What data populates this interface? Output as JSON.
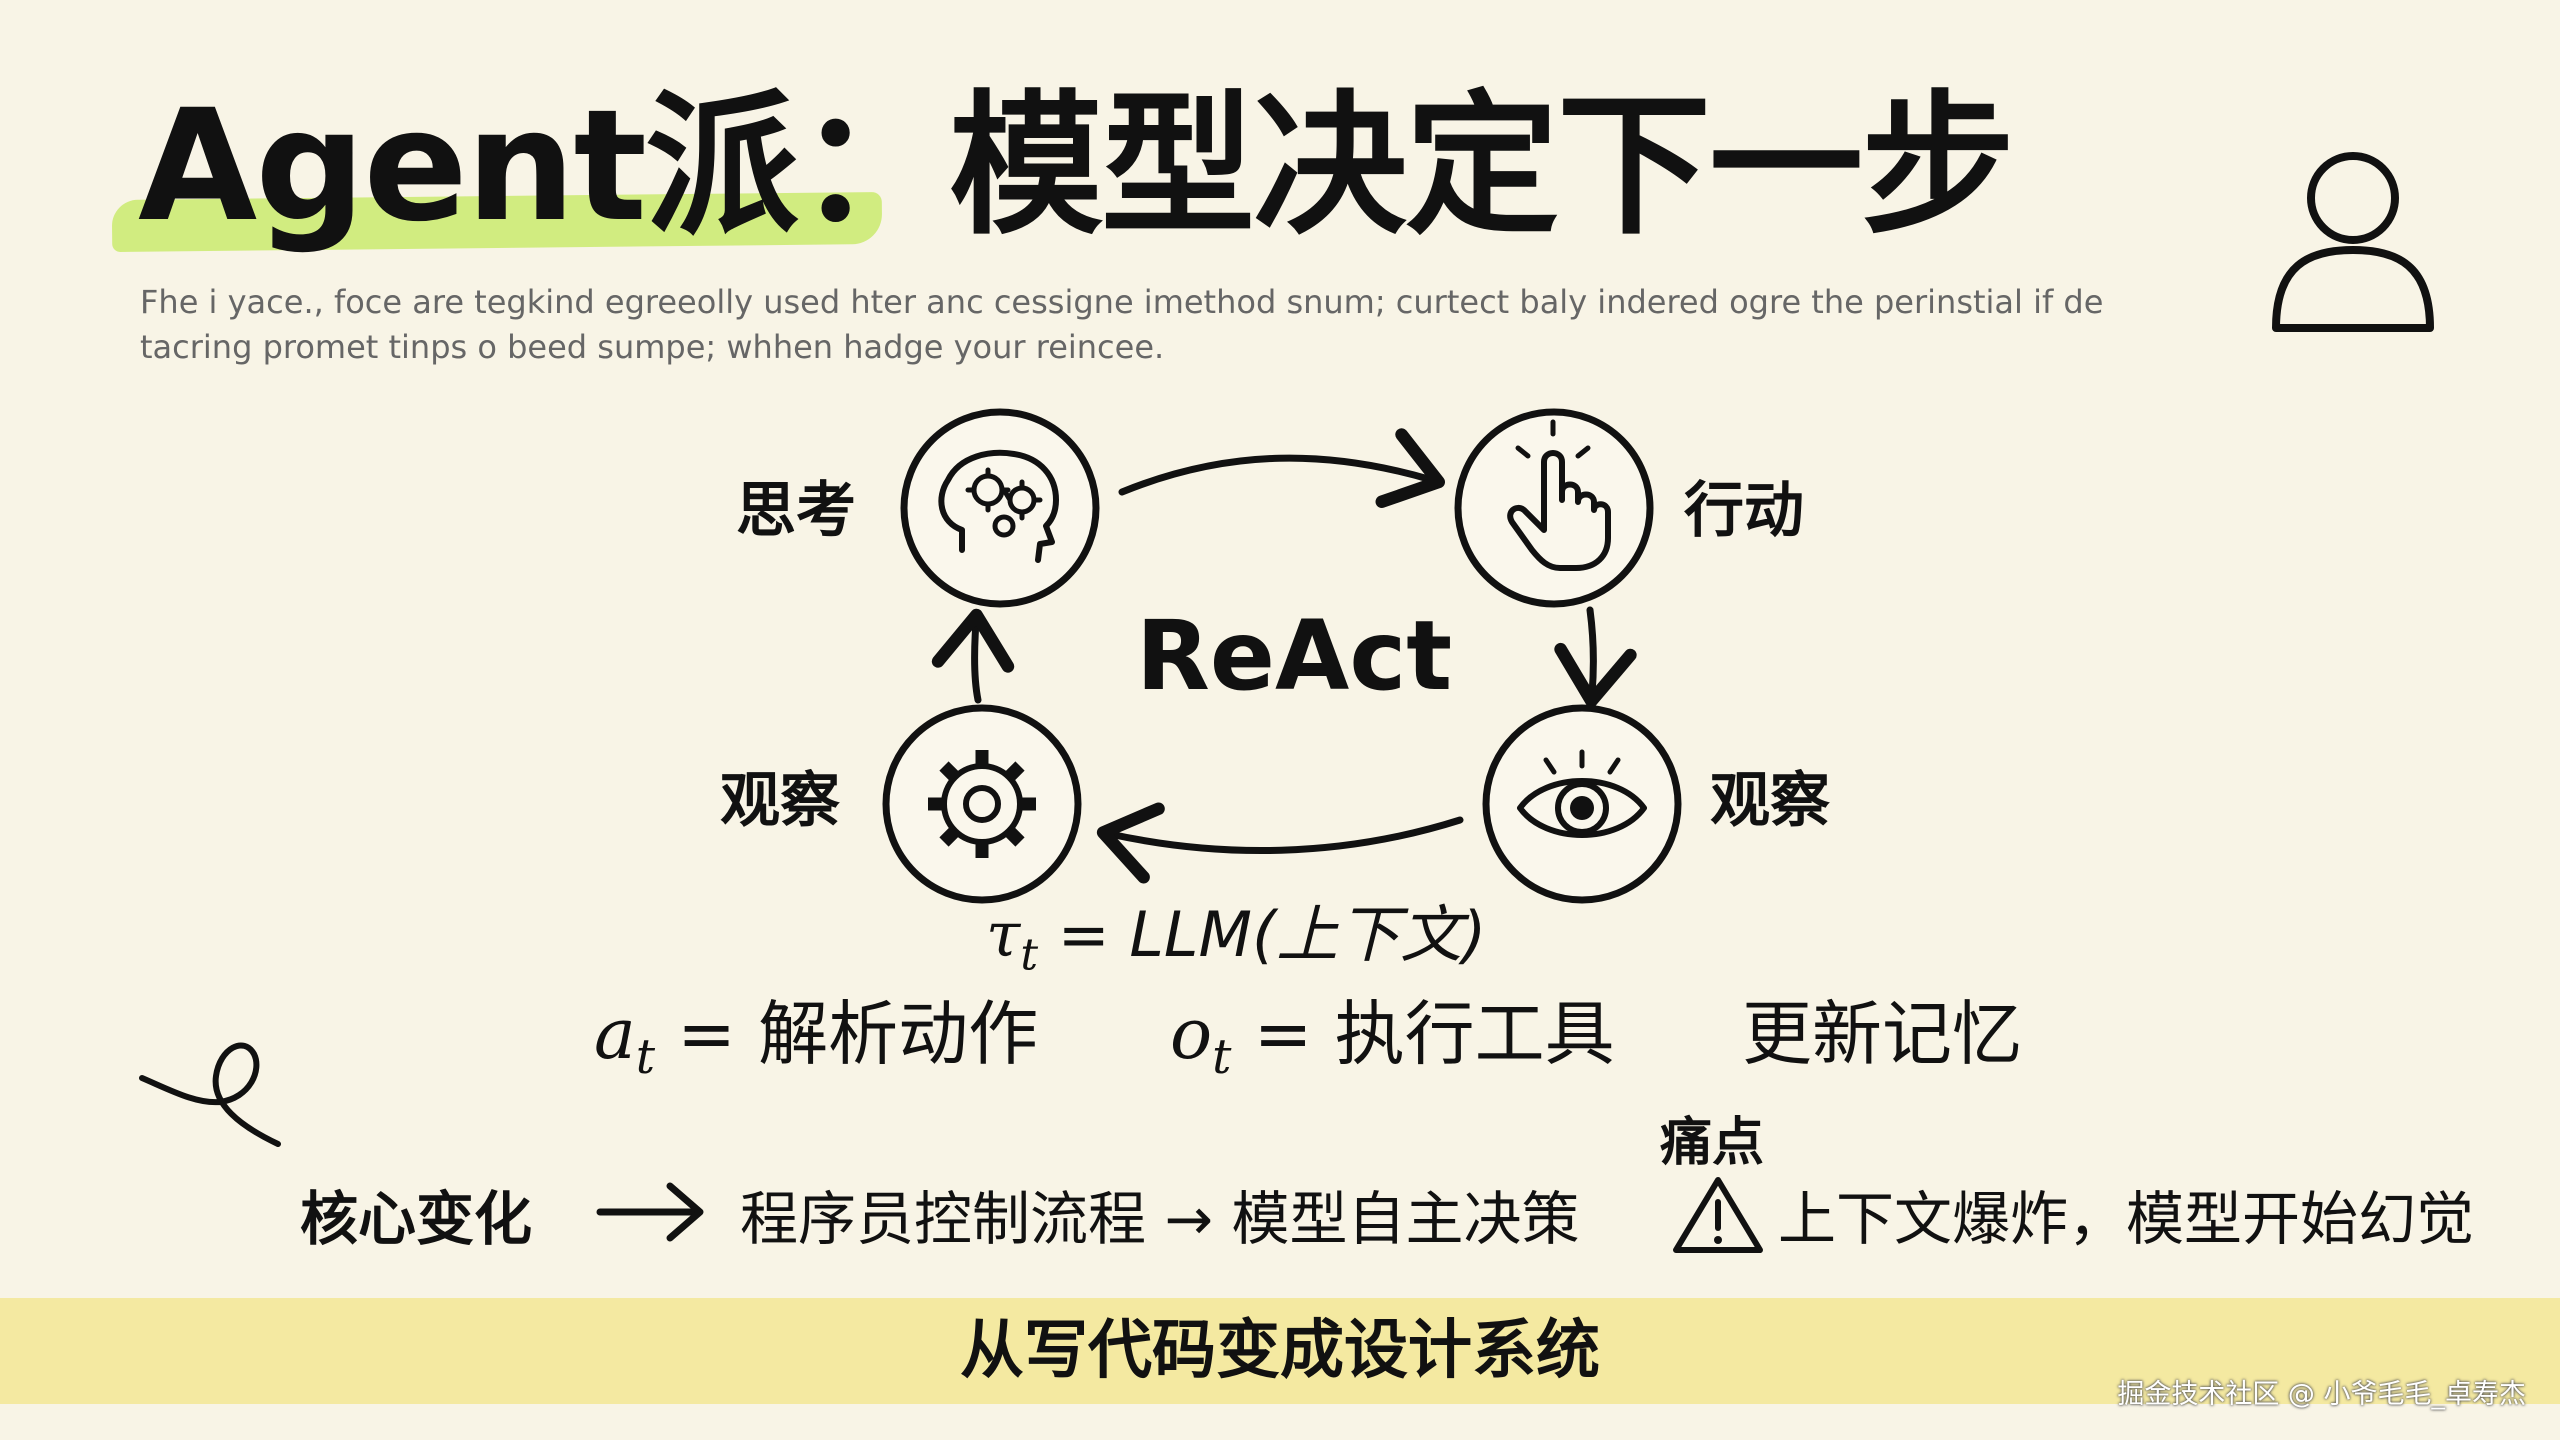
{
  "title": "Agent派：模型决定下一步",
  "subtitle": "Fhe i yace., foce are tegkind egreeolly used hter anc cessigne imethod snum; curtect baly indered ogre the perinstial if de tacring promet tinps o beed sumpe; whhen hadge your reincee.",
  "diagram": {
    "center_label": "ReAct",
    "nodes": {
      "think": {
        "label": "思考",
        "icon": "brain-gears-icon"
      },
      "act": {
        "label": "行动",
        "icon": "pointing-hand-icon"
      },
      "observe_right": {
        "label": "观察",
        "icon": "eye-icon"
      },
      "observe_left": {
        "label": "观察",
        "icon": "gear-icon"
      }
    }
  },
  "formulas": {
    "tau_symbol": "τ",
    "tau_sub": "t",
    "tau_expr": " = LLM(上下文)",
    "a_symbol": "a",
    "a_sub": "t",
    "a_expr": " = 解析动作",
    "o_symbol": "o",
    "o_sub": "t",
    "o_expr": " = 执行工具",
    "memory": "更新记忆"
  },
  "bottom": {
    "core_change": "核心变化",
    "flow_text": "程序员控制流程 → 模型自主决策",
    "pain_label": "痛点",
    "pain_text": "上下文爆炸，模型开始幻觉"
  },
  "band_text": "从写代码变成设计系统",
  "watermark": "掘金技术社区 @ 小爷毛毛_卓寿杰",
  "icons": [
    "user-icon",
    "brain-gears-icon",
    "pointing-hand-icon",
    "eye-icon",
    "gear-icon",
    "warning-icon",
    "squiggle-decoration"
  ]
}
